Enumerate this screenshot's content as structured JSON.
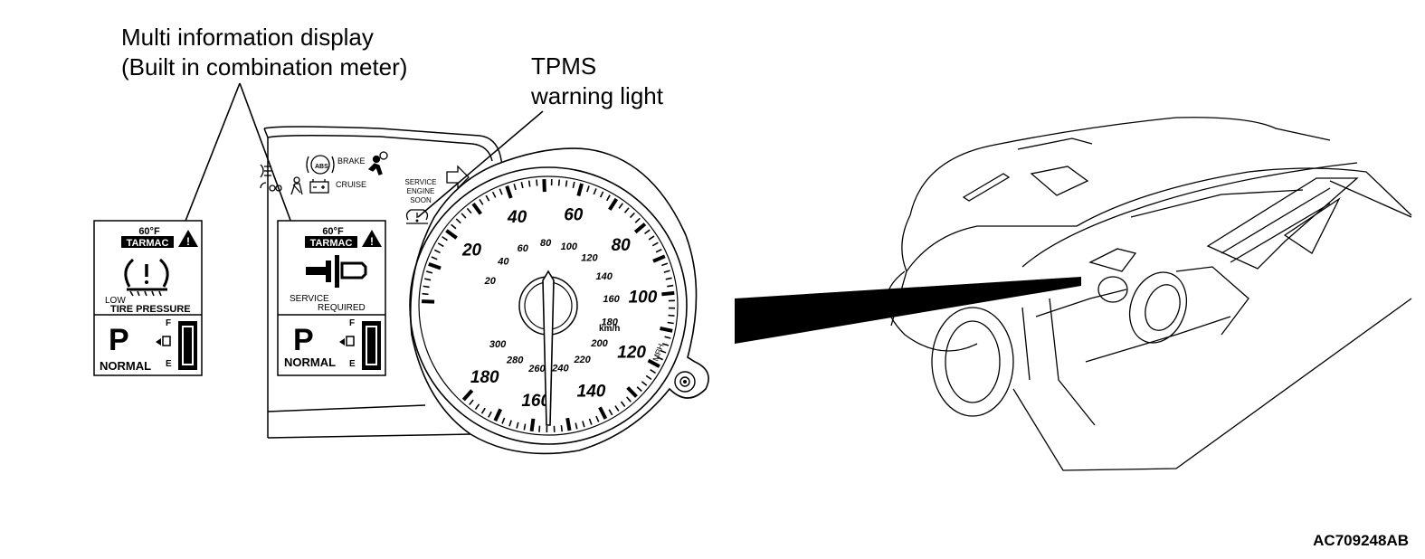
{
  "callouts": {
    "multi_info_line1": "Multi information display",
    "multi_info_line2": "(Built in combination meter)",
    "tpms_line1": "TPMS",
    "tpms_line2": "warning light"
  },
  "display_left": {
    "temperature": "60°F",
    "mode": "TARMAC",
    "message_line1": "LOW",
    "message_line2": "TIRE PRESSURE",
    "gear": "P",
    "drive_mode": "NORMAL",
    "fuel_full": "F",
    "fuel_empty": "E"
  },
  "display_right": {
    "temperature": "60°F",
    "mode": "TARMAC",
    "message_line1": "SERVICE",
    "message_line2": "REQUIRED",
    "gear": "P",
    "drive_mode": "NORMAL",
    "fuel_full": "F",
    "fuel_empty": "E"
  },
  "indicators": {
    "abs": "ABS",
    "brake": "BRAKE",
    "cruise": "CRUISE",
    "service_engine_soon": [
      "SERVICE",
      "ENGINE",
      "SOON"
    ]
  },
  "speedometer": {
    "mph_labels": [
      "20",
      "40",
      "60",
      "80",
      "100",
      "120",
      "140",
      "160",
      "180"
    ],
    "kmh_labels": [
      "20",
      "40",
      "60",
      "80",
      "100",
      "120",
      "140",
      "160",
      "180",
      "200",
      "220",
      "240",
      "260",
      "280",
      "300"
    ],
    "kmh_unit": "km/h",
    "mph_unit": "MPH"
  },
  "figure_id": "AC709248AB"
}
